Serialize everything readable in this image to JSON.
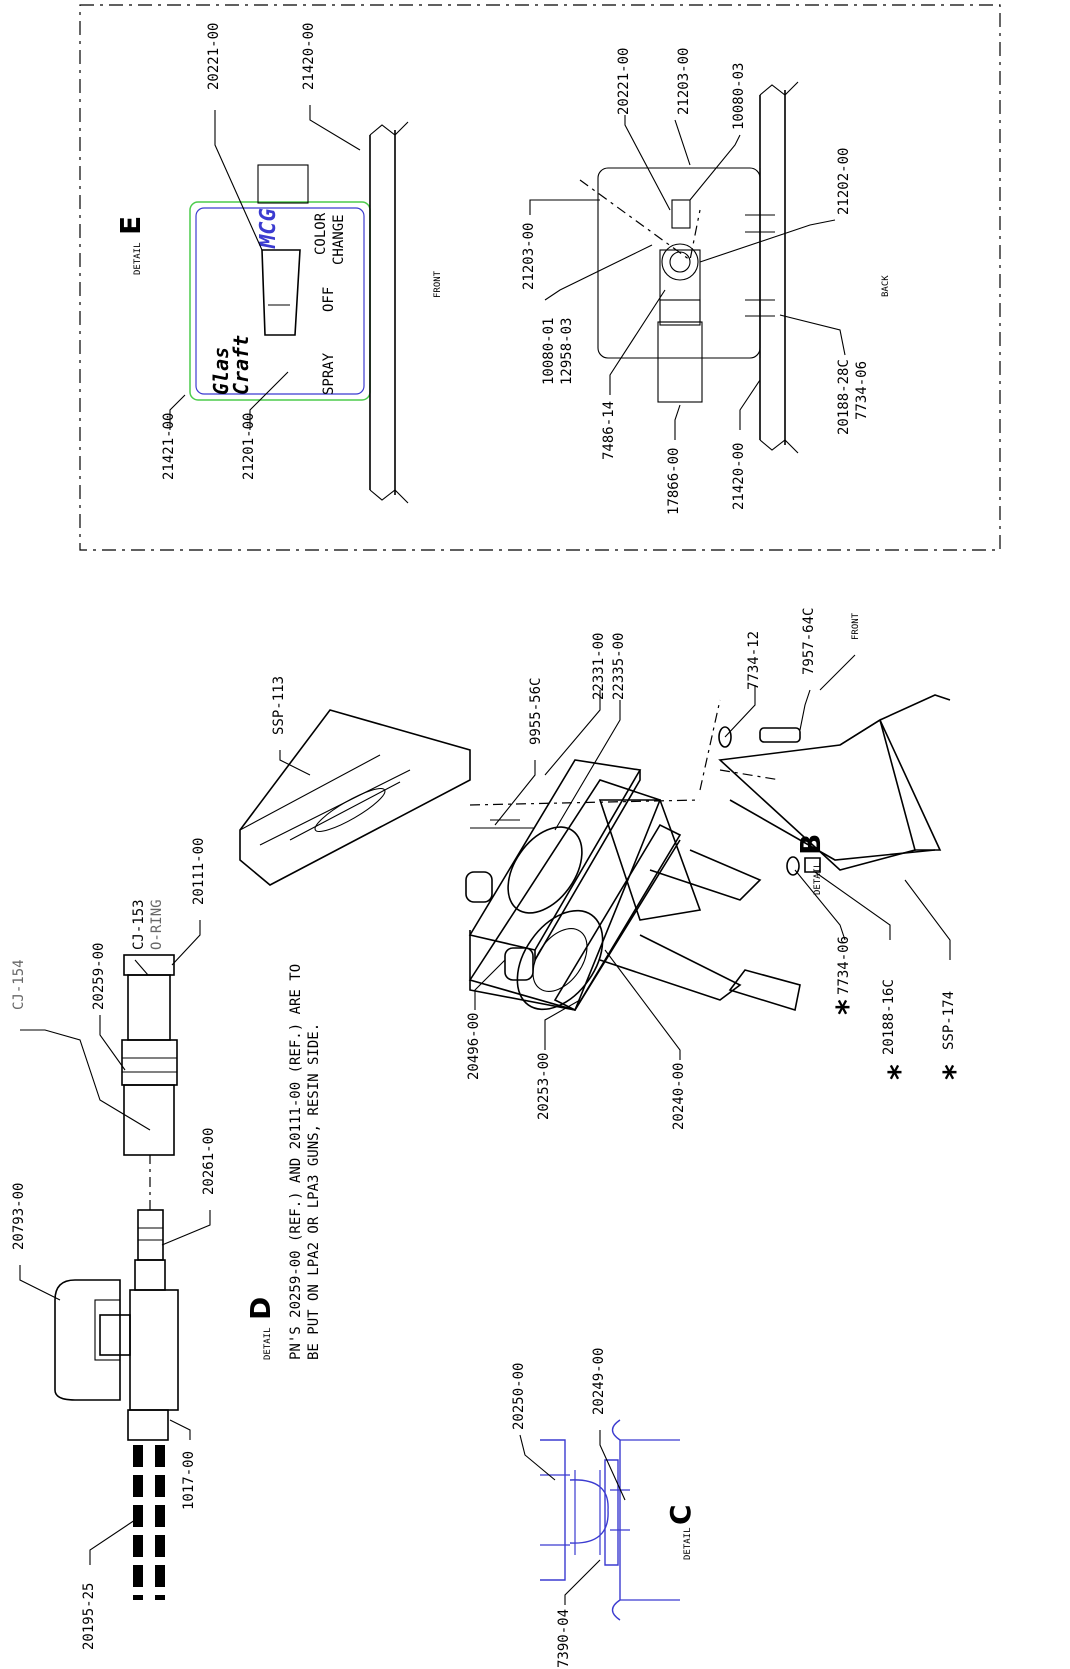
{
  "colors": {
    "ink": "#000000",
    "accent_blue": "#3b3bd0",
    "accent_green": "#4ccc4c",
    "label_gray": "#666666"
  },
  "details": {
    "B": {
      "prefix": "DETAIL",
      "letter": "B",
      "front": "FRONT"
    },
    "C": {
      "prefix": "DETAIL",
      "letter": "C"
    },
    "D": {
      "prefix": "DETAIL",
      "letter": "D"
    },
    "E": {
      "prefix": "DETAIL",
      "letter": "E",
      "front": "FRONT",
      "back": "BACK"
    }
  },
  "note": {
    "line1": "PN'S 20259-00 (REF.) AND 20111-00 (REF.) ARE TO",
    "line2": "BE PUT ON LPA2 OR LPA3 GUNS, RESIN SIDE."
  },
  "panel": {
    "logo_top": "Glas",
    "logo_bottom": "Craft",
    "mcg": "MCG",
    "off": "OFF",
    "spray": "SPRAY",
    "color": "COLOR",
    "change": "CHANGE"
  },
  "labels_d": {
    "p20793": "20793-00",
    "cj154": "CJ-154",
    "p20259": "20259-00",
    "cj153": "CJ-153",
    "oring": "O-RING",
    "p20111": "20111-00",
    "p20261": "20261-00",
    "p1017": "1017-00",
    "p20195": "20195-25"
  },
  "labels_c": {
    "p20250": "20250-00",
    "p20249": "20249-00",
    "p7390": "7390-04"
  },
  "labels_b": {
    "ssp113": "SSP-113",
    "p9955": "9955-56C",
    "p22331": "22331-00",
    "p22335": "22335-00",
    "p7734_12": "7734-12",
    "p7957": "7957-64C",
    "p20496": "20496-00",
    "p20253": "20253-00",
    "p20240": "20240-00",
    "p7734_06": "7734-06",
    "p20188_16": "20188-16C",
    "ssp174": "SSP-174"
  },
  "labels_e": {
    "p21421": "21421-00",
    "p21201": "21201-00",
    "p20221a": "20221-00",
    "p21420a": "21420-00",
    "p21203a": "21203-00",
    "p10080_01": "10080-01",
    "p12958": "12958-03",
    "p7486": "7486-14",
    "p17866": "17866-00",
    "p21420b": "21420-00",
    "p20188_28": "20188-28C",
    "p7734_06": "7734-06",
    "p21202": "21202-00",
    "p10080_03": "10080-03",
    "p21203b": "21203-00",
    "p20221b": "20221-00"
  },
  "stars": {
    "mark": "*"
  }
}
